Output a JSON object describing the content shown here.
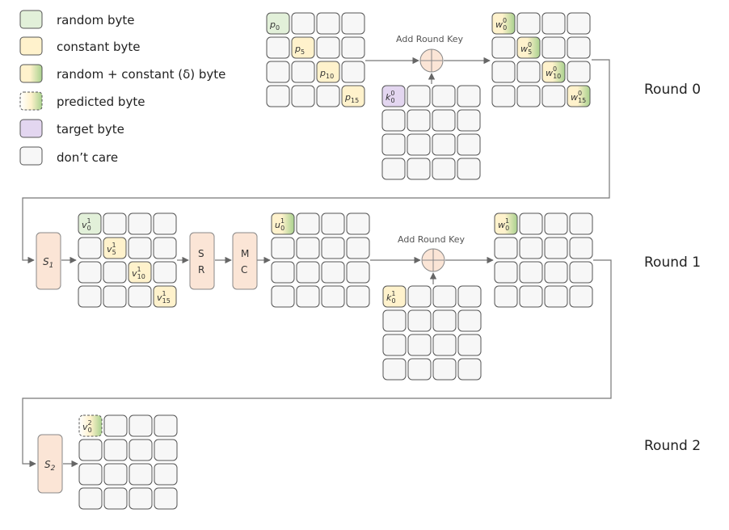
{
  "colors": {
    "random": "#e2f0d9",
    "constant": "#fff2cc",
    "target": "#e3d6f0",
    "dontcare": "#f7f7f7",
    "sbox": "#fbe5d6",
    "stroke": "#555555",
    "predicted": "#a9d18e"
  },
  "legend": [
    {
      "key": "random",
      "label": "random  byte"
    },
    {
      "key": "constant",
      "label": "constant byte"
    },
    {
      "key": "mixed",
      "label": "random  + constant (δ) byte"
    },
    {
      "key": "predicted",
      "label": "predicted byte"
    },
    {
      "key": "target",
      "label": "target byte"
    },
    {
      "key": "dontcare",
      "label": "don’t care"
    }
  ],
  "rounds": [
    "Round 0",
    "Round 1",
    "Round 2"
  ],
  "add_round_key": "Add Round Key",
  "boxes": {
    "s1": "S",
    "s1_sub": "1",
    "s2": "S",
    "s2_sub": "2",
    "sr": [
      "S",
      "R"
    ],
    "mc": [
      "M",
      "C"
    ]
  },
  "cells": {
    "p0": [
      "p",
      "0"
    ],
    "p5": [
      "p",
      "5"
    ],
    "p10": [
      "p",
      "10"
    ],
    "p15": [
      "p",
      "15"
    ],
    "k00": [
      "k",
      "0",
      "0"
    ],
    "w00": [
      "w",
      "0",
      "0"
    ],
    "w05": [
      "w",
      "5",
      "0"
    ],
    "w010": [
      "w",
      "10",
      "0"
    ],
    "w015": [
      "w",
      "15",
      "0"
    ],
    "v10": [
      "v",
      "0",
      "1"
    ],
    "v15": [
      "v",
      "5",
      "1"
    ],
    "v110": [
      "v",
      "10",
      "1"
    ],
    "v115": [
      "v",
      "15",
      "1"
    ],
    "u10": [
      "u",
      "0",
      "1"
    ],
    "k10": [
      "k",
      "0",
      "1"
    ],
    "w10": [
      "w",
      "0",
      "1"
    ],
    "v20": [
      "v",
      "0",
      "2"
    ]
  }
}
